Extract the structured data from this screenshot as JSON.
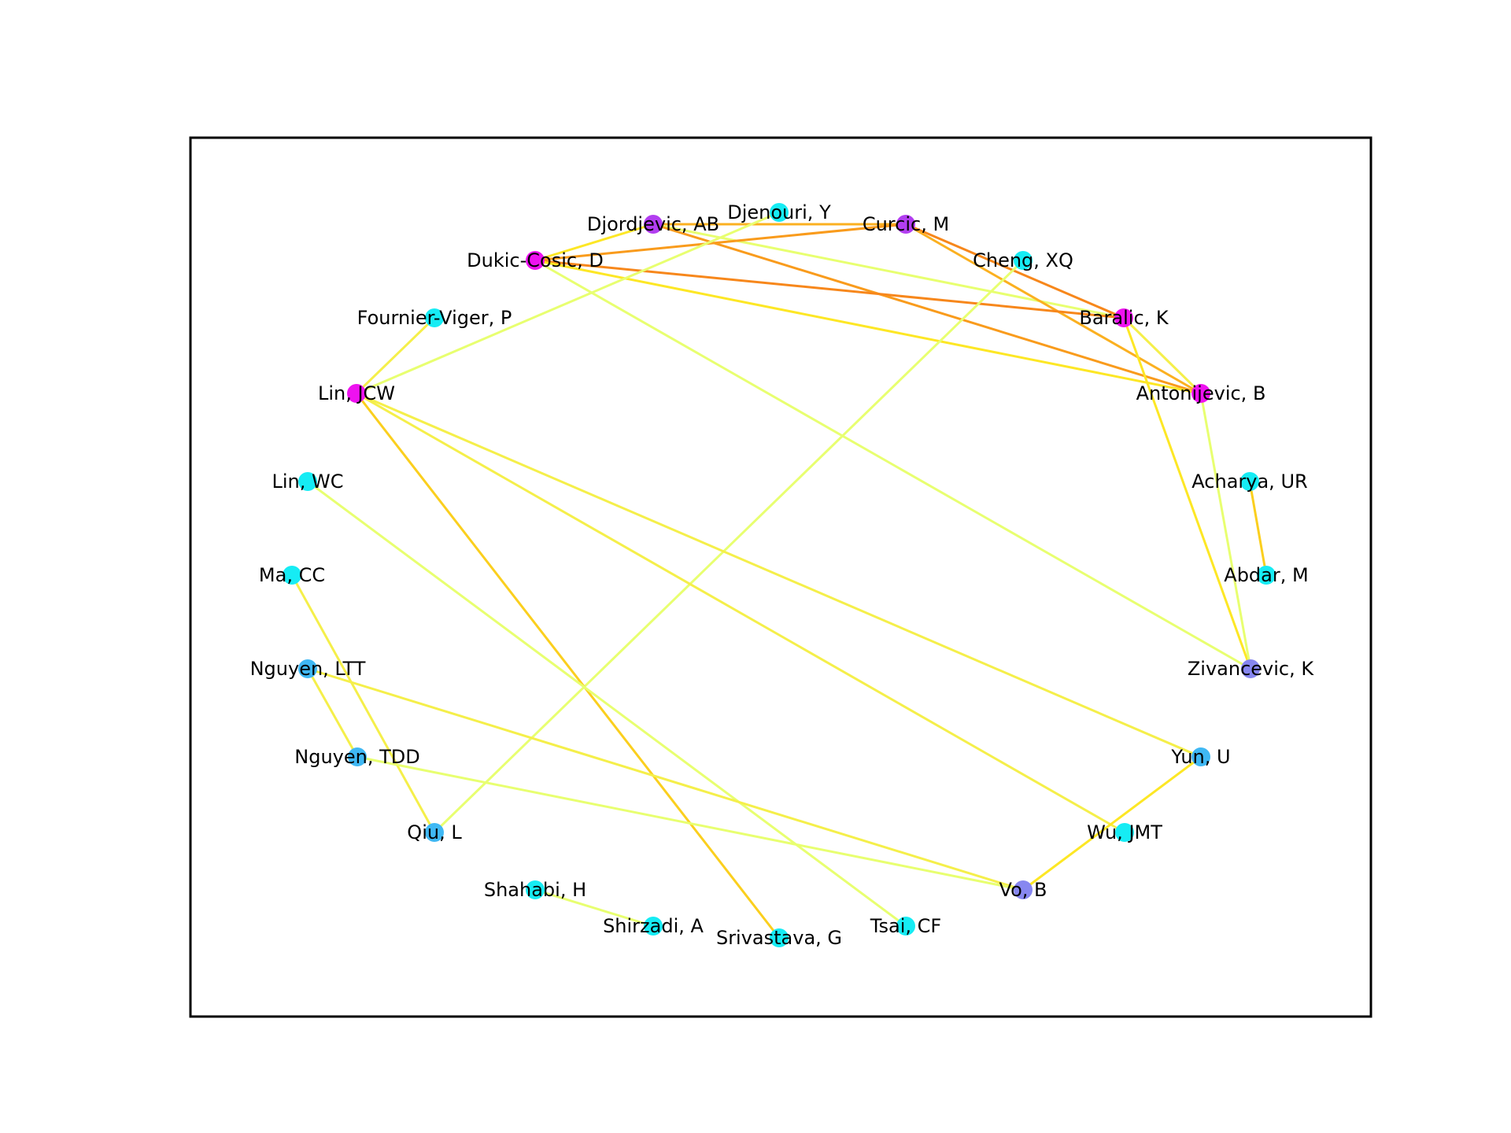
{
  "edge_color_scale": [
    "#e8ff70",
    "#f5ef4a",
    "#fde725",
    "#fbcf1e",
    "#fbb020",
    "#f99b1c",
    "#f7871b"
  ],
  "nodes": [
    {
      "id": "djordjevic",
      "label": "Djordjevic, AB",
      "color": "#b23ef0"
    },
    {
      "id": "djenouri",
      "label": "Djenouri, Y",
      "color": "#16ecf4"
    },
    {
      "id": "curcic",
      "label": "Curcic, M",
      "color": "#b23ef0"
    },
    {
      "id": "dukic",
      "label": "Dukic-Cosic, D",
      "color": "#ee12f0"
    },
    {
      "id": "cheng",
      "label": "Cheng, XQ",
      "color": "#16ecf4"
    },
    {
      "id": "fournier",
      "label": "Fournier-Viger, P",
      "color": "#16ecf4"
    },
    {
      "id": "baralic",
      "label": "Baralic, K",
      "color": "#ee12f0"
    },
    {
      "id": "linjcw",
      "label": "Lin, JCW",
      "color": "#ee12f0"
    },
    {
      "id": "antonijevic",
      "label": "Antonijevic, B",
      "color": "#ee12f0"
    },
    {
      "id": "linwc",
      "label": "Lin, WC",
      "color": "#16ecf4"
    },
    {
      "id": "acharya",
      "label": "Acharya, UR",
      "color": "#16ecf4"
    },
    {
      "id": "macc",
      "label": "Ma, CC",
      "color": "#16ecf4"
    },
    {
      "id": "abdar",
      "label": "Abdar, M",
      "color": "#16ecf4"
    },
    {
      "id": "nguyenltt",
      "label": "Nguyen, LTT",
      "color": "#3fb8f4"
    },
    {
      "id": "zivancevic",
      "label": "Zivancevic, K",
      "color": "#8787f0"
    },
    {
      "id": "nguyentdd",
      "label": "Nguyen, TDD",
      "color": "#3fb8f4"
    },
    {
      "id": "yun",
      "label": "Yun, U",
      "color": "#3fb8f4"
    },
    {
      "id": "qiu",
      "label": "Qiu, L",
      "color": "#3fb8f4"
    },
    {
      "id": "wu",
      "label": "Wu, JMT",
      "color": "#16ecf4"
    },
    {
      "id": "shahabi",
      "label": "Shahabi, H",
      "color": "#16ecf4"
    },
    {
      "id": "vo",
      "label": "Vo, B",
      "color": "#8787f0"
    },
    {
      "id": "shirzadi",
      "label": "Shirzadi, A",
      "color": "#16ecf4"
    },
    {
      "id": "srivastava",
      "label": "Srivastava, G",
      "color": "#16ecf4"
    },
    {
      "id": "tsai",
      "label": "Tsai, CF",
      "color": "#16ecf4"
    }
  ],
  "edges": [
    {
      "source": "djordjevic",
      "target": "curcic",
      "strength": 4
    },
    {
      "source": "djordjevic",
      "target": "dukic",
      "strength": 2
    },
    {
      "source": "djordjevic",
      "target": "baralic",
      "strength": 0
    },
    {
      "source": "djordjevic",
      "target": "antonijevic",
      "strength": 5
    },
    {
      "source": "curcic",
      "target": "dukic",
      "strength": 5
    },
    {
      "source": "curcic",
      "target": "baralic",
      "strength": 6
    },
    {
      "source": "curcic",
      "target": "antonijevic",
      "strength": 4
    },
    {
      "source": "dukic",
      "target": "baralic",
      "strength": 6
    },
    {
      "source": "dukic",
      "target": "antonijevic",
      "strength": 2
    },
    {
      "source": "dukic",
      "target": "zivancevic",
      "strength": 0
    },
    {
      "source": "baralic",
      "target": "antonijevic",
      "strength": 1
    },
    {
      "source": "baralic",
      "target": "zivancevic",
      "strength": 2
    },
    {
      "source": "antonijevic",
      "target": "zivancevic",
      "strength": 0
    },
    {
      "source": "djenouri",
      "target": "linjcw",
      "strength": 0
    },
    {
      "source": "fournier",
      "target": "linjcw",
      "strength": 1
    },
    {
      "source": "cheng",
      "target": "qiu",
      "strength": 0
    },
    {
      "source": "linjcw",
      "target": "srivastava",
      "strength": 3
    },
    {
      "source": "linjcw",
      "target": "yun",
      "strength": 1
    },
    {
      "source": "linjcw",
      "target": "wu",
      "strength": 1
    },
    {
      "source": "linwc",
      "target": "tsai",
      "strength": 0
    },
    {
      "source": "macc",
      "target": "qiu",
      "strength": 1
    },
    {
      "source": "acharya",
      "target": "abdar",
      "strength": 3
    },
    {
      "source": "nguyenltt",
      "target": "nguyentdd",
      "strength": 1
    },
    {
      "source": "nguyenltt",
      "target": "vo",
      "strength": 1
    },
    {
      "source": "nguyentdd",
      "target": "vo",
      "strength": 0
    },
    {
      "source": "yun",
      "target": "vo",
      "strength": 2
    },
    {
      "source": "shahabi",
      "target": "shirzadi",
      "strength": 0
    }
  ]
}
